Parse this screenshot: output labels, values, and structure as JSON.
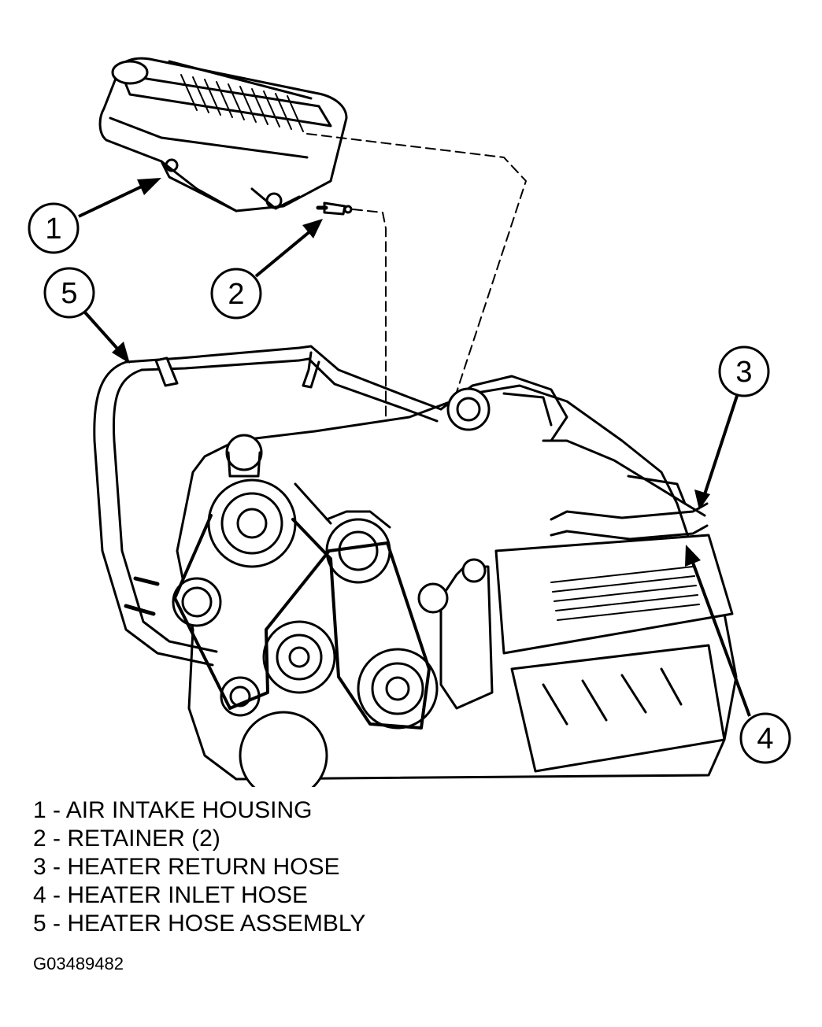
{
  "callouts": [
    "1",
    "2",
    "3",
    "4",
    "5"
  ],
  "legend": [
    "1 - AIR INTAKE HOUSING",
    "2 - RETAINER (2)",
    "3 - HEATER RETURN HOSE",
    "4 - HEATER INLET HOSE",
    "5 - HEATER HOSE ASSEMBLY"
  ],
  "figure_id": "G03489482",
  "colors": {
    "ink": "#000000",
    "paper": "#ffffff"
  }
}
